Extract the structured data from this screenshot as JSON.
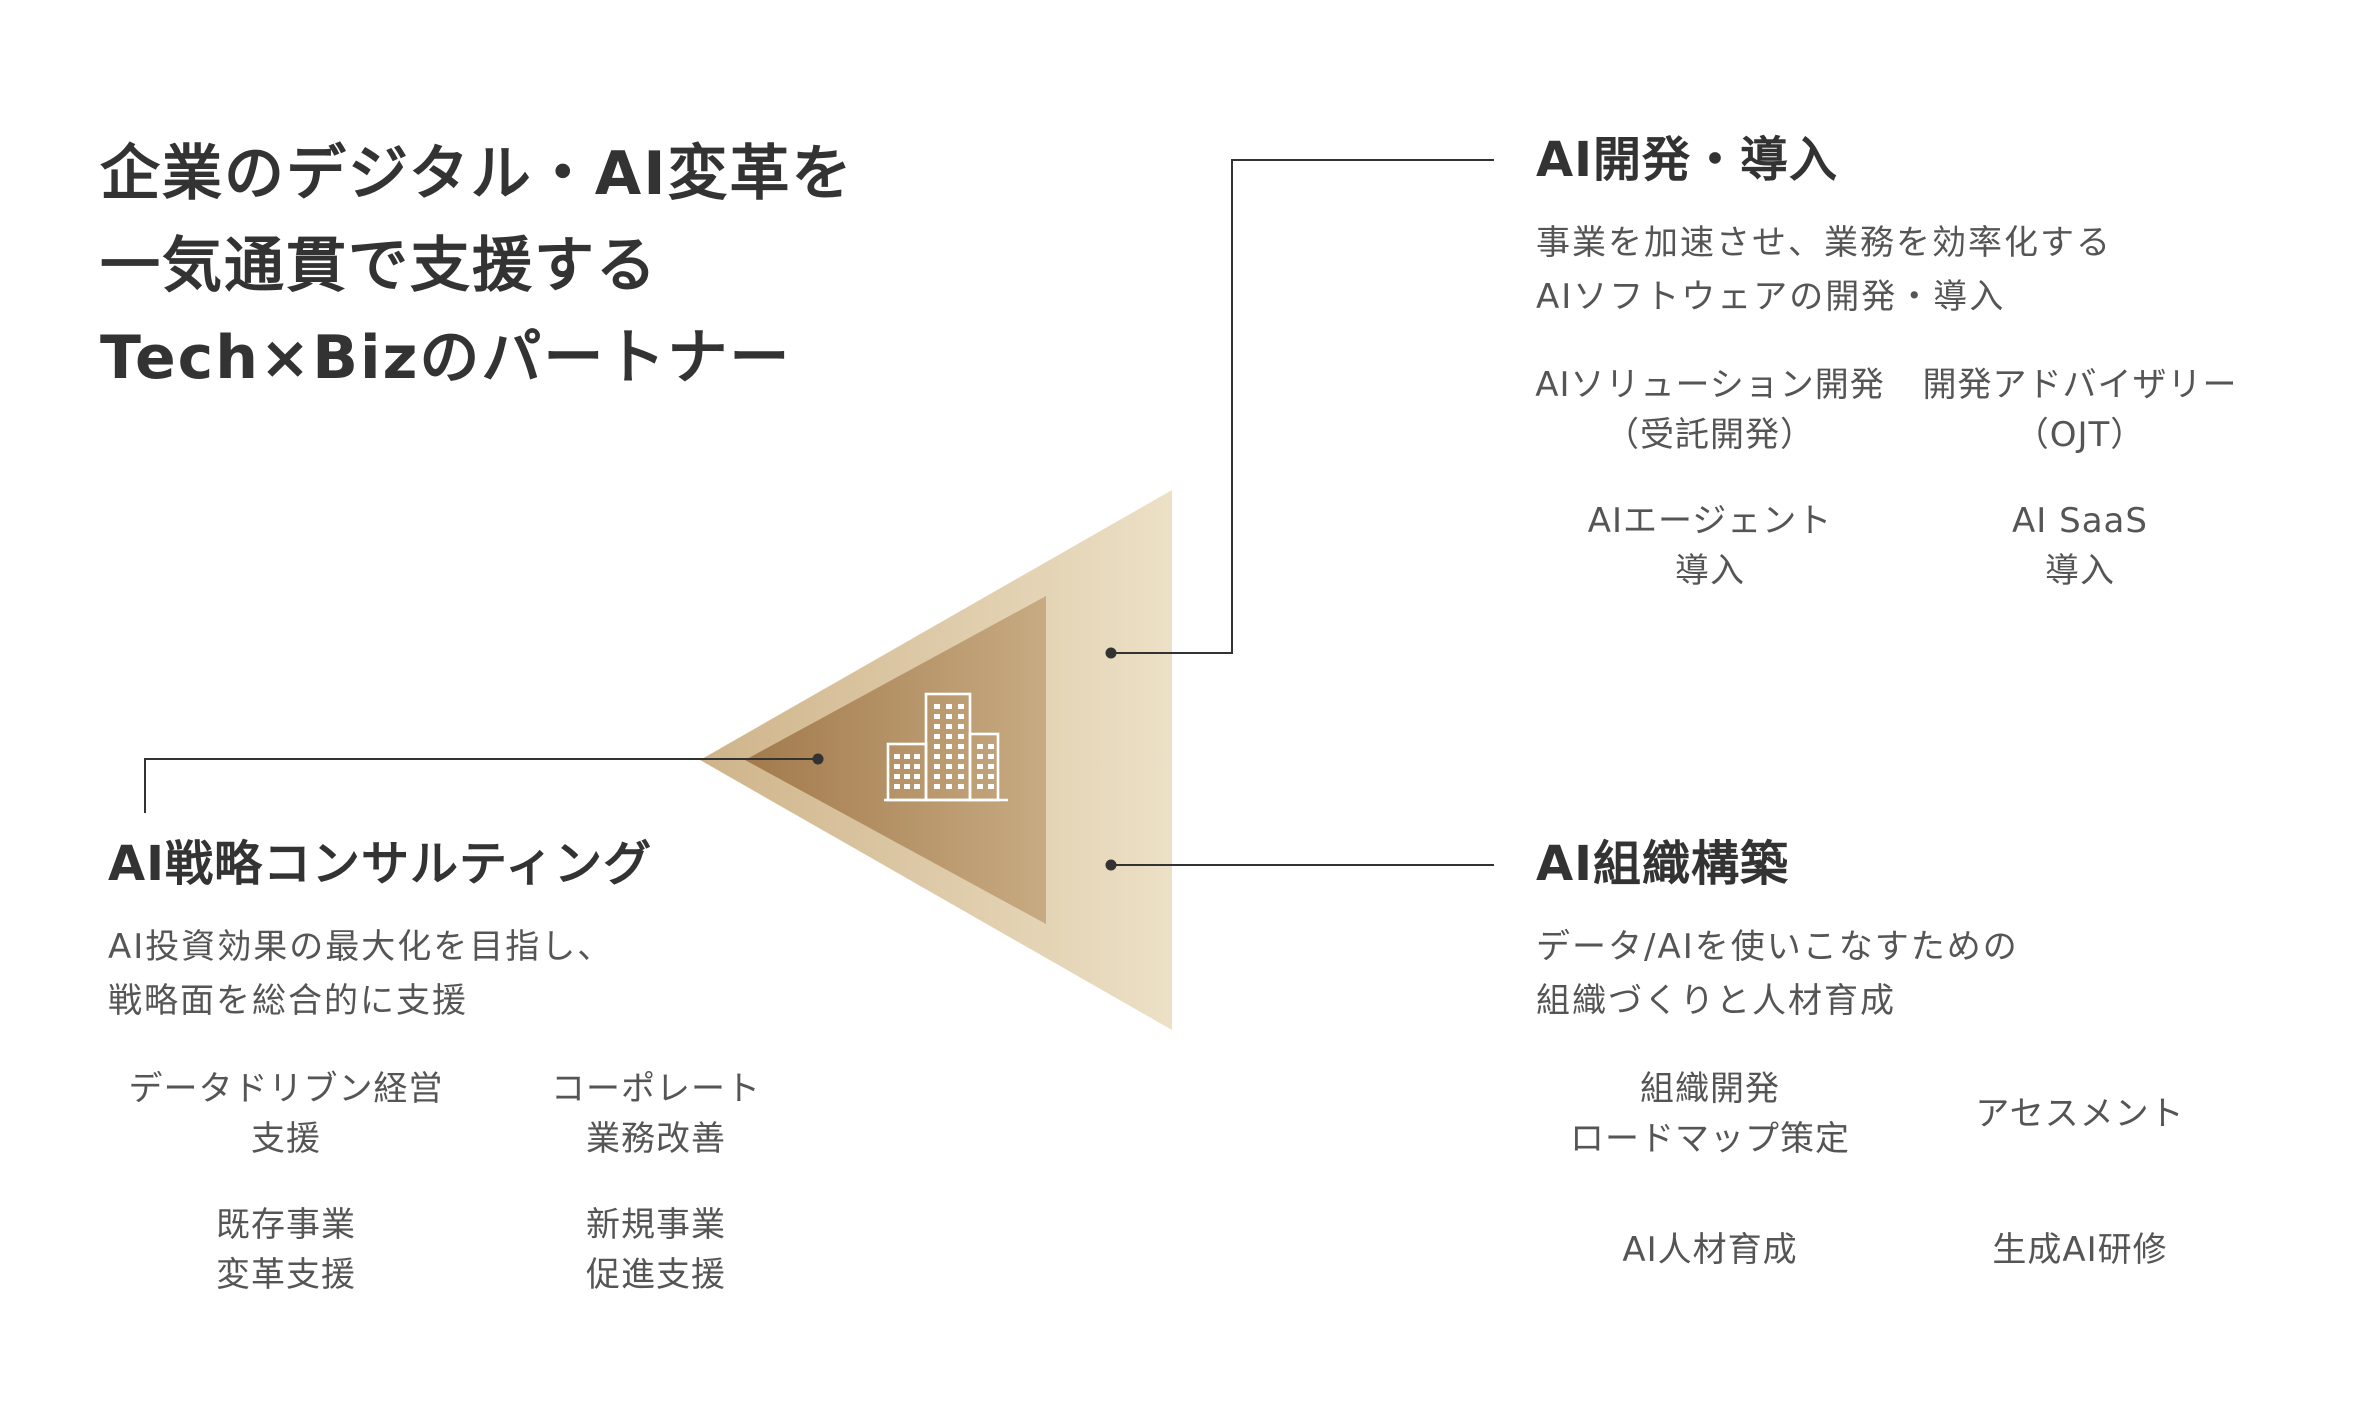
{
  "headline": {
    "lines": [
      "企業のデジタル・AI変革を",
      "一気通貫で支援する",
      "Tech×Bizのパートナー"
    ]
  },
  "diagram": {
    "center_icon": "buildings-icon",
    "colors": {
      "outer_light": "#ece0c6",
      "outer_dark": "#cfb48a",
      "inner_light": "#c8ab82",
      "inner_dark": "#a27a4c",
      "connector": "#333333"
    }
  },
  "sections": {
    "development": {
      "title": "AI開発・導入",
      "desc": [
        "事業を加速させ、業務を効率化する",
        "AIソフトウェアの開発・導入"
      ],
      "items": [
        {
          "lines": [
            "AIソリューション開発",
            "（受託開発）"
          ]
        },
        {
          "lines": [
            "開発アドバイザリー",
            "（OJT）"
          ]
        },
        {
          "lines": [
            "AIエージェント",
            "導入"
          ]
        },
        {
          "lines": [
            "AI SaaS",
            "導入"
          ]
        }
      ]
    },
    "consulting": {
      "title": "AI戦略コンサルティング",
      "desc": [
        "AI投資効果の最大化を目指し、",
        "戦略面を総合的に支援"
      ],
      "items": [
        {
          "lines": [
            "データドリブン経営",
            "支援"
          ]
        },
        {
          "lines": [
            "コーポレート",
            "業務改善"
          ]
        },
        {
          "lines": [
            "既存事業",
            "変革支援"
          ]
        },
        {
          "lines": [
            "新規事業",
            "促進支援"
          ]
        }
      ]
    },
    "organization": {
      "title": "AI組織構築",
      "desc": [
        "データ/AIを使いこなすための",
        "組織づくりと人材育成"
      ],
      "items": [
        {
          "lines": [
            "組織開発",
            "ロードマップ策定"
          ]
        },
        {
          "lines": [
            "アセスメント"
          ]
        },
        {
          "lines": [
            "AI人材育成"
          ]
        },
        {
          "lines": [
            "生成AI研修"
          ]
        }
      ]
    }
  }
}
